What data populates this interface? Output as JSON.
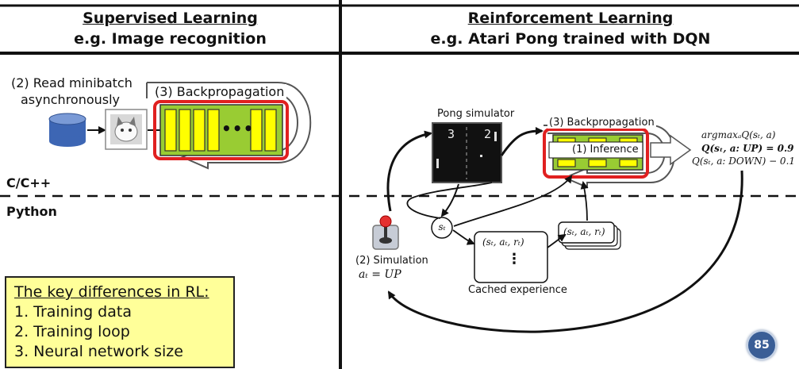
{
  "left_panel": {
    "title": "Supervised Learning",
    "subtitle": "e.g. Image recognition",
    "read_label_1": "(2) Read minibatch",
    "read_label_2": "asynchronously",
    "backprop_label": "(3) Backpropagation",
    "ellipsis": "•••",
    "cpp_label": "C/C++"
  },
  "right_panel": {
    "title": "Reinforcement Learning",
    "subtitle": "e.g. Atari Pong trained with DQN",
    "pong_label": "Pong simulator",
    "score_left": "3",
    "score_right": "2",
    "backprop_label": "(3) Backpropagation",
    "inference_label": "(1) Inference",
    "q_argmax": "argmaxₐQ(sₜ, a)",
    "q_up": "Q(sₜ, a: UP) = 0.9",
    "q_down": "Q(sₜ, a: DOWN) − 0.1",
    "state_label": "sₜ",
    "tuple_1": "(sₜ, aₜ, rₜ)",
    "tuple_dots": "⋮",
    "tuple_2": "(sₜ, aₜ, rₜ)",
    "cached_label": "Cached experience",
    "sim_label": "(2) Simulation",
    "action_label": "aₜ = UP"
  },
  "python_label": "Python",
  "key_differences": {
    "title": "The key differences in RL:",
    "items": [
      "1. Training data",
      "2. Training loop",
      "3. Neural network size"
    ]
  },
  "page_number": "85",
  "colors": {
    "network_green": "#99cc33",
    "layer_yellow": "#ffff00",
    "highlight_red": "#e02020",
    "key_box": "#ffff99",
    "badge": "#3a5e96"
  }
}
